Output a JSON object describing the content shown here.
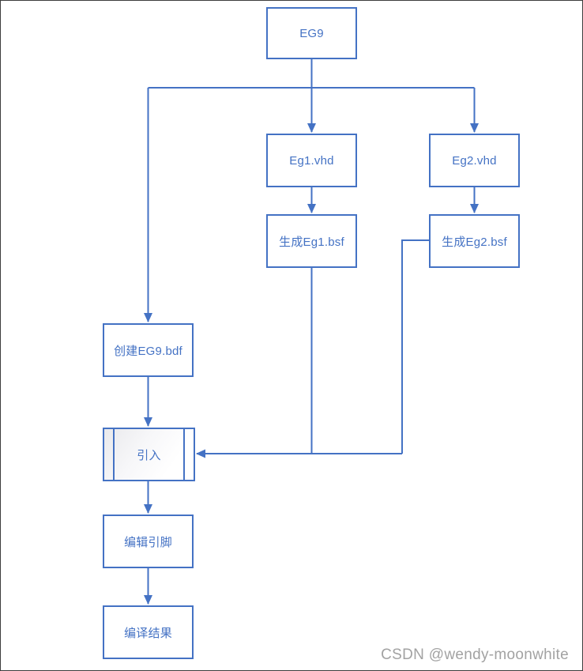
{
  "diagram": {
    "accent_color": "#4472C4",
    "watermark_color": "#A2A2A2",
    "nodes": [
      {
        "id": "eg9",
        "label": "EG9",
        "shape": "process"
      },
      {
        "id": "eg1-vhd",
        "label": "Eg1.vhd",
        "shape": "process"
      },
      {
        "id": "eg2-vhd",
        "label": "Eg2.vhd",
        "shape": "process"
      },
      {
        "id": "gen-eg1-bsf",
        "label": "生成Eg1.bsf",
        "shape": "process"
      },
      {
        "id": "gen-eg2-bsf",
        "label": "生成Eg2.bsf",
        "shape": "process"
      },
      {
        "id": "create-eg9-bdf",
        "label": "创建EG9.bdf",
        "shape": "process"
      },
      {
        "id": "import",
        "label": "引入",
        "shape": "predefined-process"
      },
      {
        "id": "edit-pins",
        "label": "编辑引脚",
        "shape": "process"
      },
      {
        "id": "compile-result",
        "label": "编译结果",
        "shape": "process"
      }
    ],
    "edges": [
      {
        "from": "eg9",
        "to": "eg1-vhd",
        "arrow": true
      },
      {
        "from": "eg9",
        "to": "eg2-vhd",
        "arrow": true
      },
      {
        "from": "eg9",
        "to": "create-eg9-bdf",
        "arrow": true
      },
      {
        "from": "eg1-vhd",
        "to": "gen-eg1-bsf",
        "arrow": true
      },
      {
        "from": "eg2-vhd",
        "to": "gen-eg2-bsf",
        "arrow": true
      },
      {
        "from": "gen-eg1-bsf",
        "to": "import",
        "arrow": true
      },
      {
        "from": "gen-eg2-bsf",
        "to": "import",
        "arrow": true
      },
      {
        "from": "create-eg9-bdf",
        "to": "import",
        "arrow": true
      },
      {
        "from": "import",
        "to": "edit-pins",
        "arrow": true
      },
      {
        "from": "edit-pins",
        "to": "compile-result",
        "arrow": true
      }
    ],
    "watermark": "CSDN @wendy-moonwhite"
  }
}
